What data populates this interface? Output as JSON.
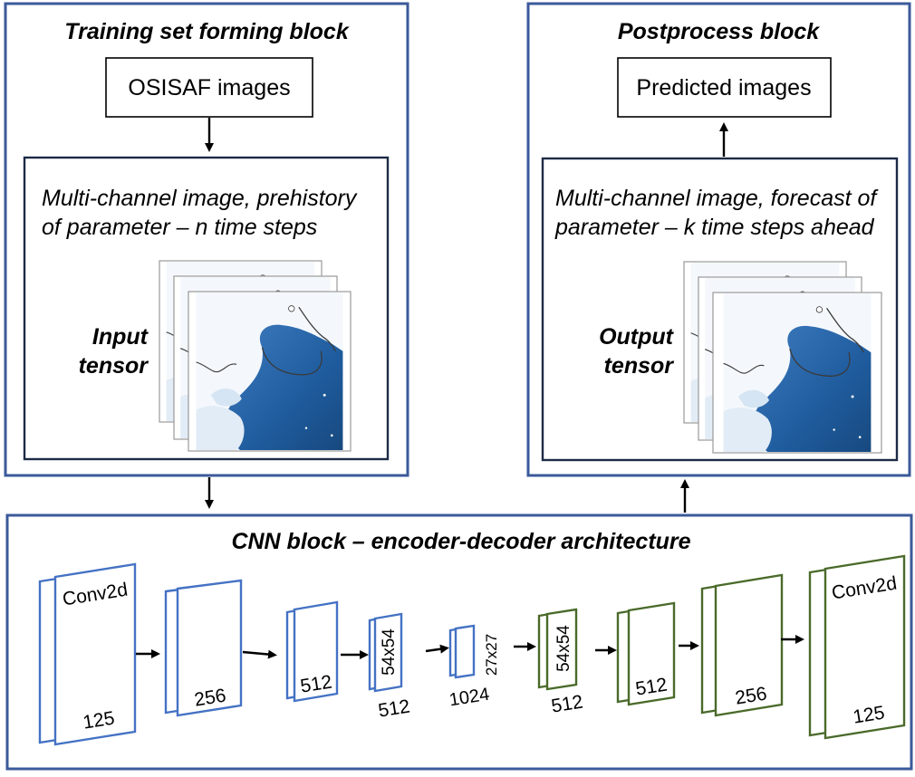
{
  "training_block": {
    "title": "Training set forming block",
    "source_box": "OSISAF images",
    "description_line1": "Multi-channel image, prehistory",
    "description_line2": "of parameter – n time steps",
    "tensor_label_line1": "Input",
    "tensor_label_line2": "tensor"
  },
  "postprocess_block": {
    "title": "Postprocess block",
    "result_box": "Predicted images",
    "description_line1": "Multi-channel image, forecast of",
    "description_line2": "parameter – k time steps ahead",
    "tensor_label_line1": "Output",
    "tensor_label_line2": "tensor"
  },
  "cnn_block": {
    "title": "CNN block – encoder-decoder architecture",
    "layers": [
      {
        "inside": "Conv2d",
        "channels": "125",
        "side": "",
        "below": ""
      },
      {
        "inside": "",
        "channels": "256",
        "side": "",
        "below": ""
      },
      {
        "inside": "",
        "channels": "512",
        "side": "",
        "below": ""
      },
      {
        "inside": "54x54",
        "channels": "",
        "side": "",
        "below": "512"
      },
      {
        "inside": "",
        "channels": "",
        "side": "27x27",
        "below": "1024"
      },
      {
        "inside": "54x54",
        "channels": "",
        "side": "",
        "below": "512"
      },
      {
        "inside": "",
        "channels": "512",
        "side": "",
        "below": ""
      },
      {
        "inside": "",
        "channels": "256",
        "side": "",
        "below": ""
      },
      {
        "inside": "Conv2d",
        "channels": "125",
        "side": "",
        "below": ""
      }
    ]
  },
  "colors": {
    "block_border": "#3b5a9a",
    "inner_border": "#1c2b45",
    "encoder": "#4472c4",
    "decoder": "#4a6a2a",
    "map_ice_dark": "#1f5c9e",
    "map_ice_light": "#c9dcef"
  }
}
